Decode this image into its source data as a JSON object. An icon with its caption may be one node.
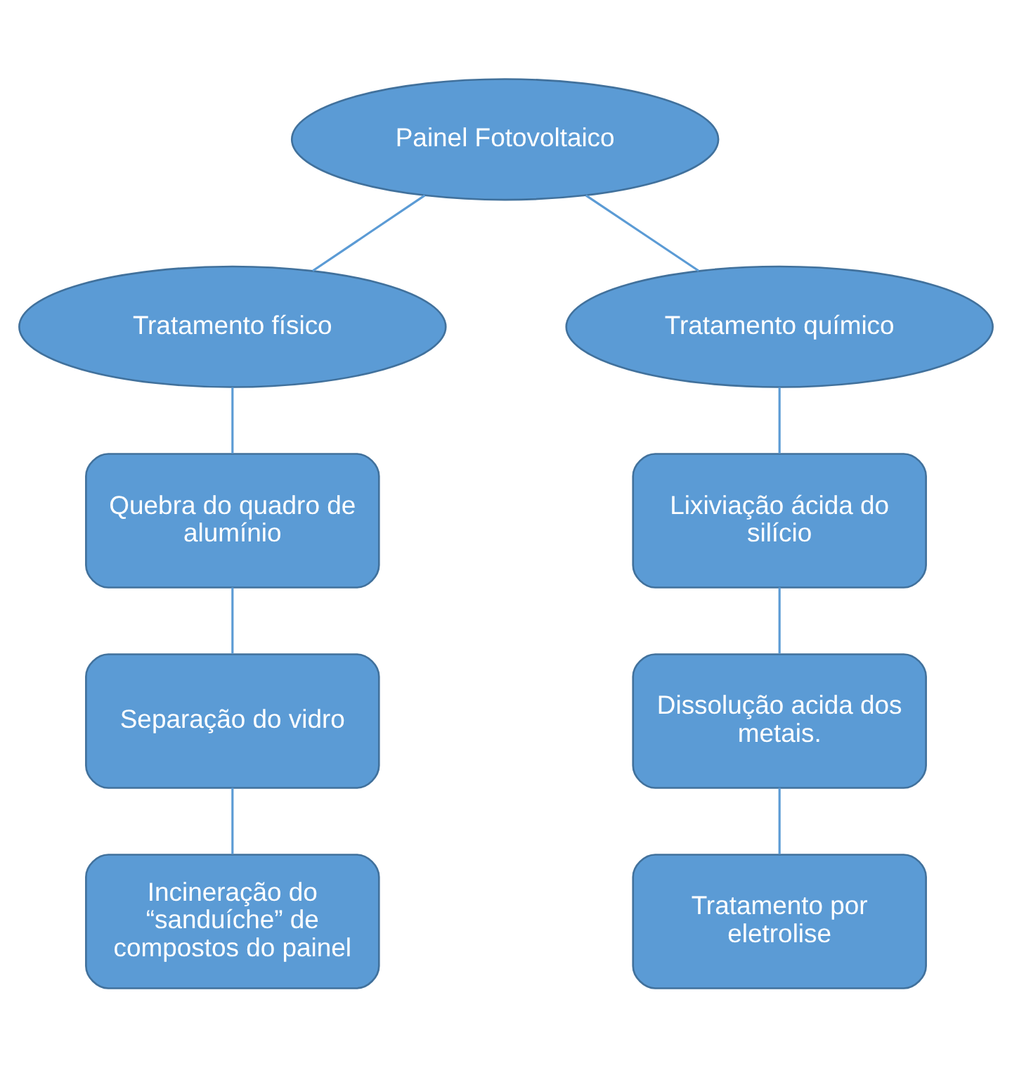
{
  "diagram": {
    "nodes": [
      {
        "text": [
          "Painel Fotovoltaico"
        ]
      },
      {
        "text": [
          "Tratamento físico"
        ]
      },
      {
        "text": [
          "Tratamento químico"
        ]
      },
      {
        "text": [
          "Quebra do quadro de alumínio"
        ]
      },
      {
        "text": [
          "Lixiviação ácida do silício"
        ]
      },
      {
        "text": [
          "Separação do vidro"
        ]
      },
      {
        "text": [
          "Dissolução acida dos metais."
        ]
      },
      {
        "text": [
          "Incineração do “sanduíche” de compostos do painel"
        ]
      },
      {
        "text": [
          "Tratamento por eletrolise"
        ]
      }
    ],
    "edges": [
      {
        "from": 0,
        "to": 1,
        "arrow": "none"
      },
      {
        "from": 0,
        "to": 2,
        "arrow": "none"
      },
      {
        "from": 1,
        "to": 3,
        "arrow": "none"
      },
      {
        "from": 3,
        "to": 5,
        "arrow": "none"
      },
      {
        "from": 5,
        "to": 7,
        "arrow": "none"
      },
      {
        "from": 2,
        "to": 4,
        "arrow": "none"
      },
      {
        "from": 4,
        "to": 6,
        "arrow": "none"
      },
      {
        "from": 6,
        "to": 8,
        "arrow": "none"
      }
    ]
  }
}
